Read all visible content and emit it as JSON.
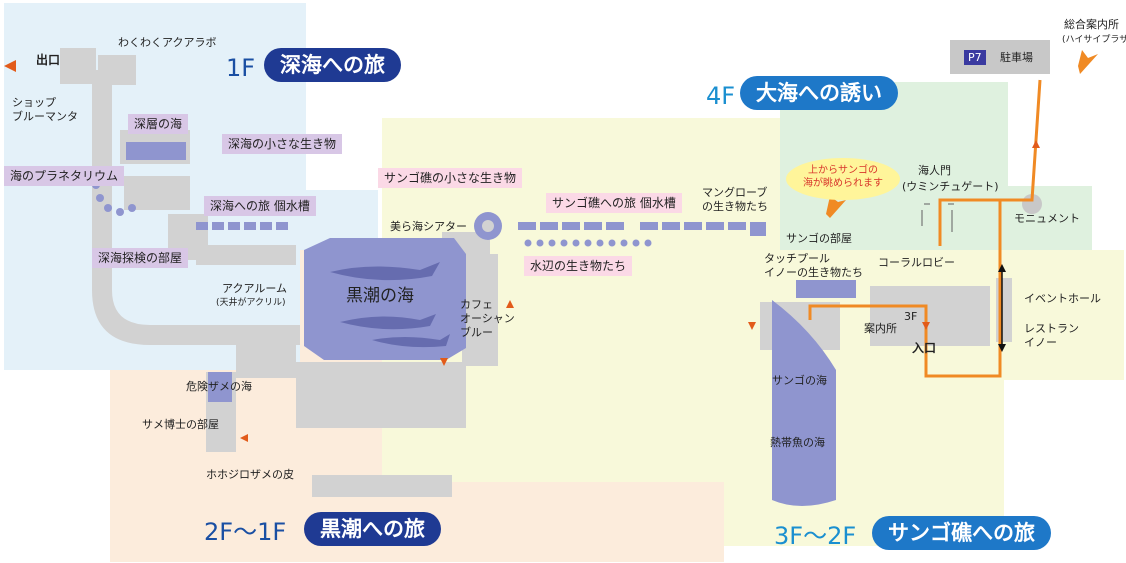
{
  "floors": {
    "f1": {
      "floor": "1F",
      "name": "深海への旅"
    },
    "f2": {
      "floor": "2F〜1F",
      "name": "黒潮への旅"
    },
    "f3": {
      "floor": "3F〜2F",
      "name": "サンゴ礁への旅"
    },
    "f4": {
      "floor": "4F",
      "name": "大海への誘い"
    }
  },
  "labels": {
    "exit": "出口",
    "waku": "わくわくアクアラボ",
    "shop1": "ショップ",
    "shop2": "ブルーマンタ",
    "shinsou": "深層の海",
    "chiisana_shinkai": "深海の小さな生き物",
    "planetarium": "海のプラネタリウム",
    "kosuisou_shinkai": "深海への旅 個水槽",
    "tanken": "深海探検の部屋",
    "aqua1": "アクアルーム",
    "aqua2": "(天井がアクリル)",
    "kiken": "危険ザメの海",
    "same": "サメ博士の部屋",
    "kawa": "ホホジロザメの皮",
    "kuroshio": "黒潮の海",
    "cafe1": "カフェ",
    "cafe2": "オーシャン",
    "cafe3": "ブルー",
    "theater": "美ら海シアター",
    "sango_chiisana": "サンゴ礁の小さな生き物",
    "sango_kosuisou": "サンゴ礁への旅 個水槽",
    "mizube": "水辺の生き物たち",
    "mangrove1": "マングローブ",
    "mangrove2": "の生き物たち",
    "bubble1": "上からサンゴの",
    "bubble2": "海が眺められます",
    "sango_heya": "サンゴの部屋",
    "touch1": "タッチプール",
    "touch2": "イノーの生き物たち",
    "coral_lobby": "コーラルロビー",
    "annai": "案内所",
    "f3": "3F",
    "entrance": "入口",
    "sango_umi": "サンゴの海",
    "nettai": "熱帯魚の海",
    "gate1": "海人門",
    "gate2": "(ウミンチュゲート)",
    "monument": "モニュメント",
    "event": "イベントホール",
    "rest1": "レストラン",
    "rest2": "イノー",
    "parking_tag": "P7",
    "parking": "駐車場",
    "sogo1": "総合案内所",
    "sogo2": "(ハイサイプラザ)"
  },
  "colors": {
    "route": "#f08a24",
    "f1_bg": "#e4f1f9",
    "f2_bg": "#fcecdc",
    "f3_bg": "#f8f9da",
    "f4_bg": "#dff1df",
    "building": "#d2d2d2",
    "tank": "#8f95cf",
    "navy": "#1f3a93",
    "blue": "#1e78c8"
  }
}
